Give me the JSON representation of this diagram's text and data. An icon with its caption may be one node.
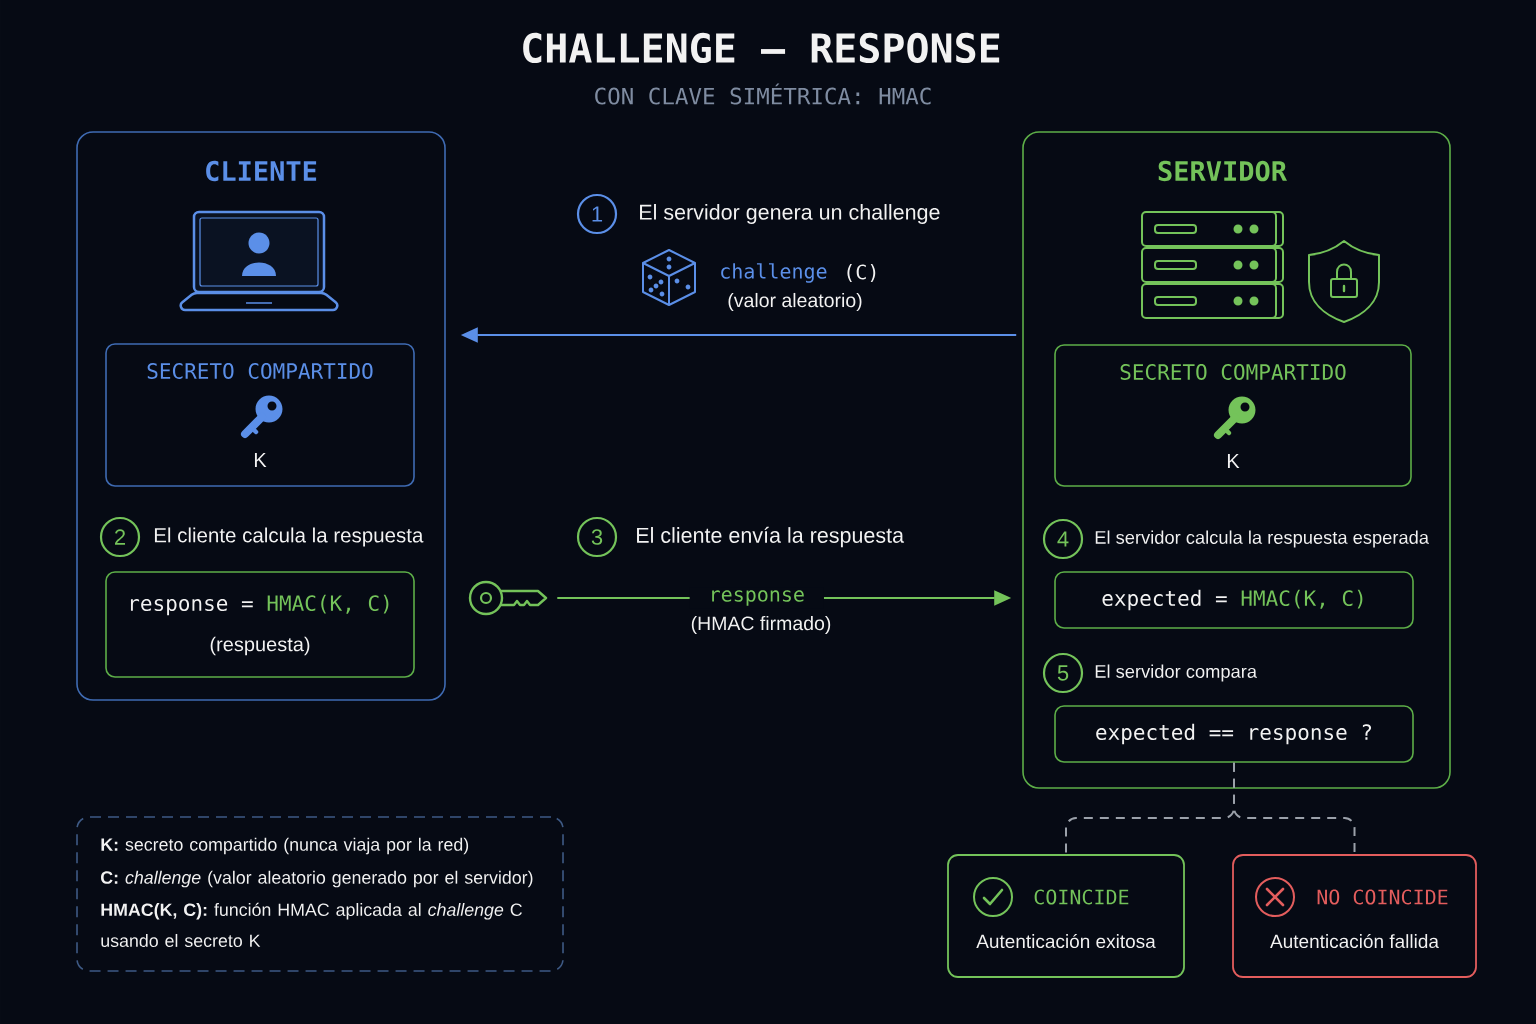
{
  "diagram": {
    "title": "CHALLENGE – RESPONSE",
    "nodes": [
      {
        "text": [
          "CLIENTE"
        ]
      },
      {
        "text": [
          "SECRETO COMPARTIDO",
          "K"
        ],
        "in": 0
      },
      {
        "text": [
          "2"
        ],
        "beside": [
          "El cliente calcula la respuesta"
        ],
        "in": 0
      },
      {
        "text": [
          "response =",
          "HMAC(K, C)",
          "(respuesta)"
        ],
        "in": 0
      },
      {
        "text": [
          "1"
        ],
        "beside": [
          "El servidor genera un challenge"
        ]
      },
      {
        "text": [
          "3"
        ],
        "beside": [
          "El cliente envía la respuesta"
        ]
      },
      {
        "text": [],
        "shape": "picture"
      },
      {
        "text": [
          "SERVIDOR"
        ]
      },
      {
        "text": [
          "SECRETO COMPARTIDO",
          "K"
        ],
        "in": 7
      },
      {
        "text": [
          "4"
        ],
        "beside": [
          "El servidor calcula la respuesta esperada"
        ],
        "in": 7
      },
      {
        "text": [
          "expected =",
          "HMAC(K, C)"
        ],
        "in": 7
      },
      {
        "text": [
          "5"
        ],
        "beside": [
          "El servidor compara"
        ],
        "in": 7
      },
      {
        "text": [
          "expected == response ?"
        ],
        "in": 7
      },
      {
        "text": [
          "**K:** secreto compartido (nunca viaja por la red)",
          "**C:** *challenge* (valor aleatorio generado por el servidor)",
          "**HMAC(K, C):** función HMAC aplicada al *challenge* C usando el secreto K"
        ]
      },
      {
        "text": [
          "COINCIDE",
          "Autenticación exitosa"
        ]
      },
      {
        "text": [
          "NO COINCIDE",
          "Autenticación fallida"
        ]
      }
    ],
    "edges": [
      {
        "from": 7,
        "to": 0,
        "arrow": "to",
        "color": "#5b8fe8"
      },
      {
        "from": 6,
        "to": 7,
        "arrow": "to",
        "label": "response",
        "color": "#74c35a"
      },
      {
        "from": 12,
        "to": 14,
        "arrow": "none",
        "style": "dashed",
        "color": "#9ba1aa"
      },
      {
        "from": 12,
        "to": 15,
        "arrow": "none",
        "style": "dashed",
        "color": "#9ba1aa"
      }
    ],
    "labels": [
      "CON CLAVE SIMÉTRICA: HMAC",
      "challenge",
      "(C)",
      "(valor aleatorio)",
      "(HMAC firmado)"
    ]
  }
}
